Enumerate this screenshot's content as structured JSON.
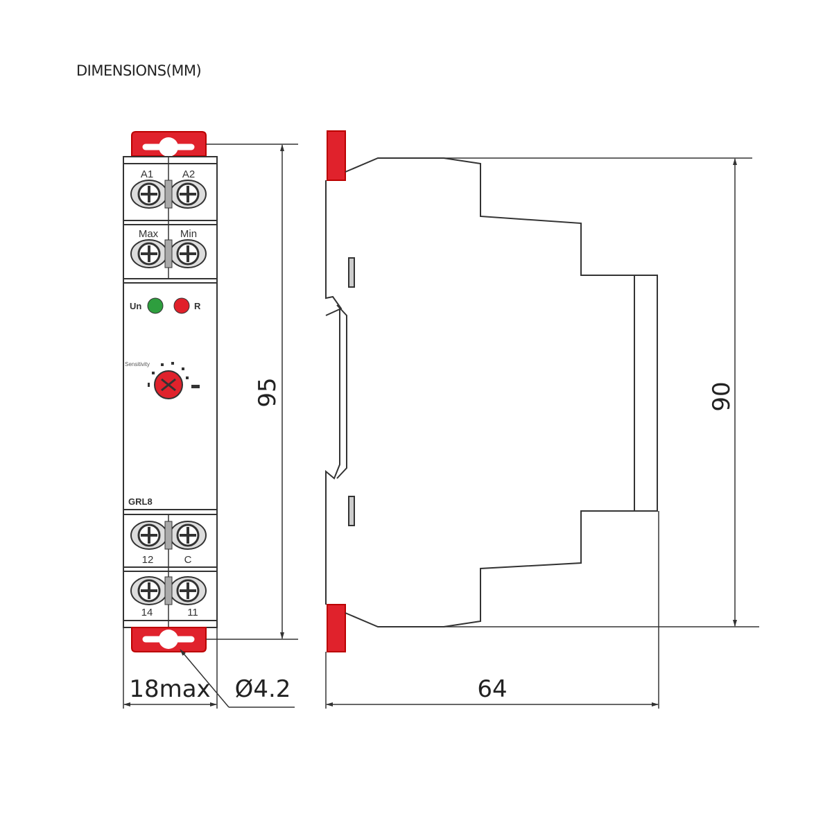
{
  "title": "DIMENSIONS(MM)",
  "front_view": {
    "model": "GRL8",
    "terminals_top": [
      "A1",
      "A2",
      "Max",
      "Min"
    ],
    "terminals_bottom": [
      "12",
      "C",
      "14",
      "11"
    ],
    "leds": [
      {
        "label": "Un",
        "color": "#2e9e3e"
      },
      {
        "label": "R",
        "color": "#e0202a"
      }
    ],
    "knob_label": "Sensitivity"
  },
  "dimensions": {
    "height_total": "95",
    "height_body": "90",
    "width": "18max",
    "depth": "64",
    "hole": "Ø4.2"
  },
  "colors": {
    "clip": "#e0222c",
    "line": "#333333"
  }
}
